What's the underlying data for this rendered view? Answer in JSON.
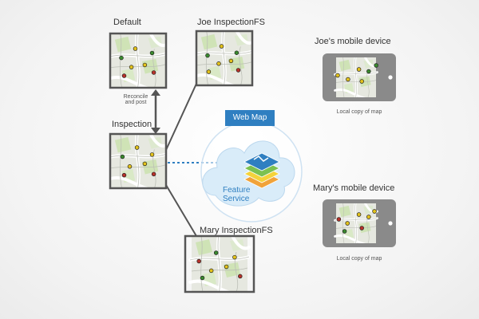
{
  "nodes": {
    "default": {
      "label": "Default"
    },
    "joe_fs": {
      "label": "Joe InspectionFS"
    },
    "inspection": {
      "label": "Inspection"
    },
    "mary_fs": {
      "label": "Mary InspectionFS"
    }
  },
  "reconcile": {
    "line1": "Reconcile",
    "line2": "and post"
  },
  "cloud": {
    "web_map": "Web Map",
    "feature_line1": "Feature",
    "feature_line2": "Service"
  },
  "devices": {
    "joe": {
      "title": "Joe's mobile device",
      "caption": "Local copy of map"
    },
    "mary": {
      "title": "Mary's mobile device",
      "caption": "Local copy of map"
    }
  },
  "colors": {
    "frame": "#555555",
    "connector": "#555555",
    "dashed_link": "#2f7fc1",
    "cloud_fill": "#d9ecf9",
    "cloud_ring": "#cfe2f2",
    "web_map_bg": "#2f7fc1",
    "marker_green": "#3a8a2e",
    "marker_yellow": "#e3c21b",
    "marker_red": "#b8322a"
  }
}
